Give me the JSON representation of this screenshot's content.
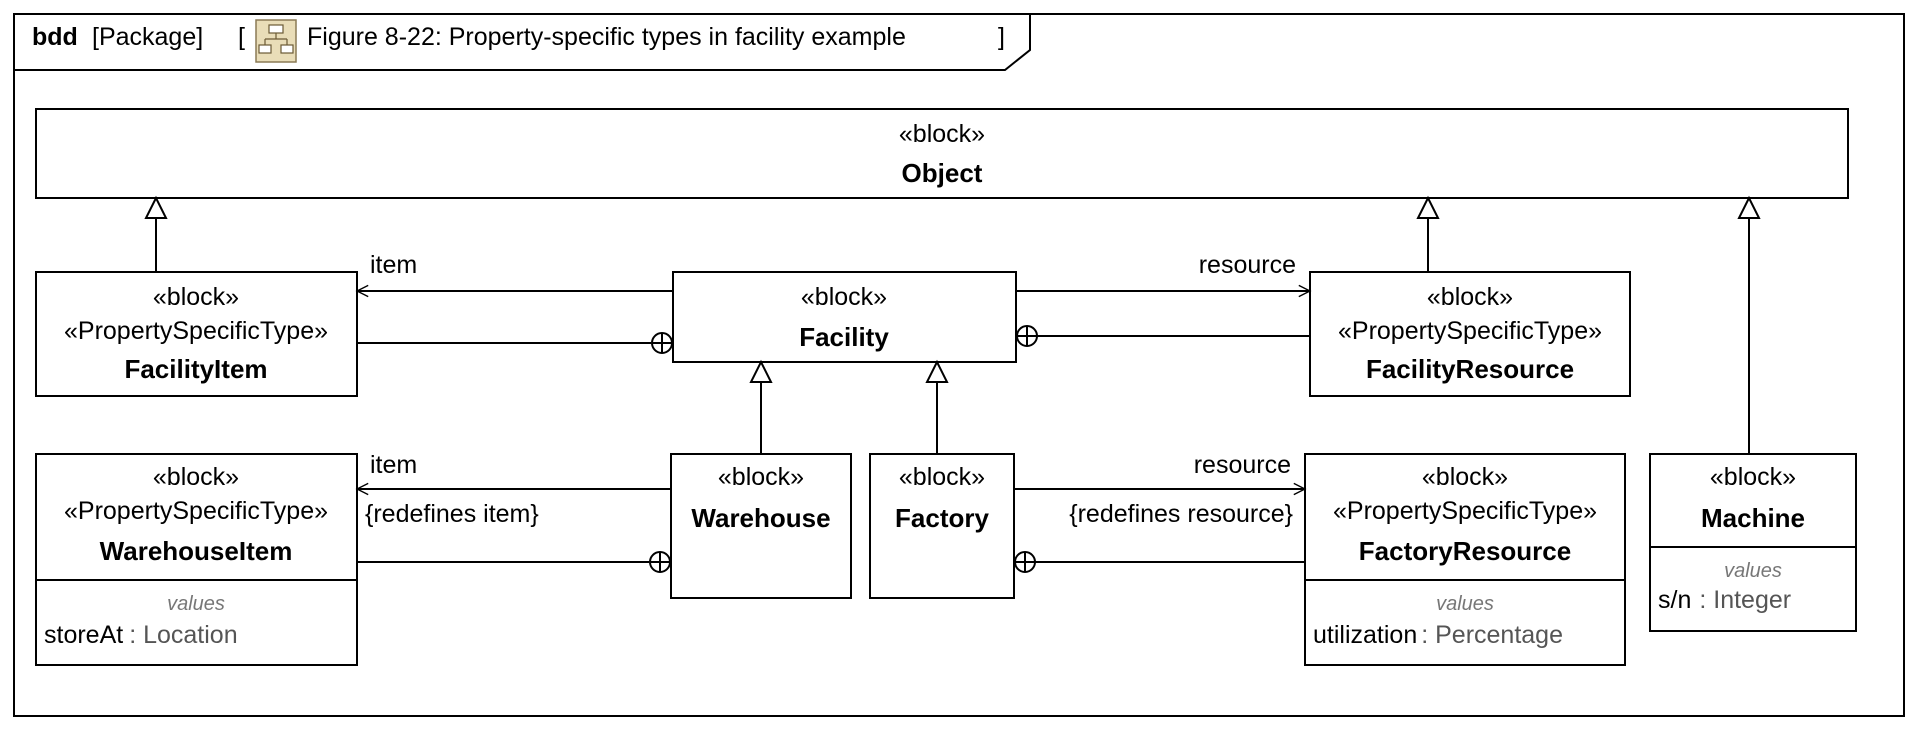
{
  "frame": {
    "kind": "bdd",
    "type": "[Package]",
    "open_bracket": "[",
    "close_bracket": "]",
    "name": "Figure 8-22: Property-specific types in facility example",
    "icon": "package-diagram-icon"
  },
  "blocks": {
    "object": {
      "stereotype": "«block»",
      "name": "Object"
    },
    "facility_item": {
      "stereotype": "«block»",
      "stereotype2": "«PropertySpecificType»",
      "name": "FacilityItem"
    },
    "facility": {
      "stereotype": "«block»",
      "name": "Facility"
    },
    "facility_resource": {
      "stereotype": "«block»",
      "stereotype2": "«PropertySpecificType»",
      "name": "FacilityResource"
    },
    "warehouse_item": {
      "stereotype": "«block»",
      "stereotype2": "«PropertySpecificType»",
      "name": "WarehouseItem",
      "compartment_label": "values",
      "prop_name": "storeAt",
      "prop_type": ": Location"
    },
    "warehouse": {
      "stereotype": "«block»",
      "name": "Warehouse"
    },
    "factory": {
      "stereotype": "«block»",
      "name": "Factory"
    },
    "factory_resource": {
      "stereotype": "«block»",
      "stereotype2": "«PropertySpecificType»",
      "name": "FactoryResource",
      "compartment_label": "values",
      "prop_name": "utilization",
      "prop_type": ": Percentage"
    },
    "machine": {
      "stereotype": "«block»",
      "name": "Machine",
      "compartment_label": "values",
      "prop_name": "s/n",
      "prop_type": ": Integer"
    }
  },
  "edges": {
    "facility_item_role": "item",
    "facility_resource_role": "resource",
    "warehouse_item_role": "item",
    "warehouse_item_constraint": "{redefines item}",
    "factory_resource_role": "resource",
    "factory_resource_constraint": "{redefines resource}"
  }
}
